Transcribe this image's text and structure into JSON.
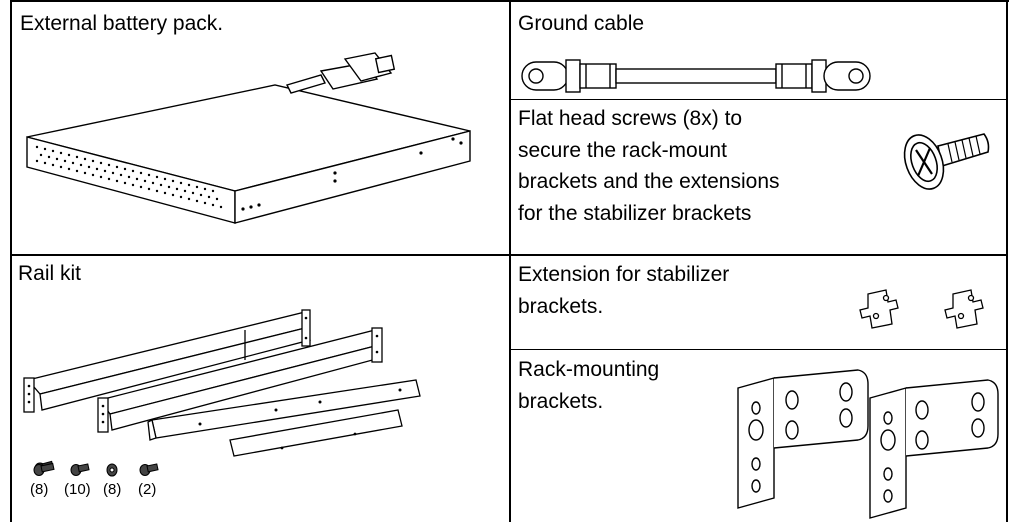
{
  "cells": {
    "battery": {
      "title": "External battery pack."
    },
    "ground_cable": {
      "title": "Ground cable"
    },
    "screws": {
      "lines": [
        "Flat head screws (8x) to",
        "secure the rack-mount",
        "brackets and the extensions",
        "for the stabilizer brackets"
      ]
    },
    "rail_kit": {
      "title": "Rail kit",
      "quantities": [
        "(8)",
        "(10)",
        "(8)",
        "(2)"
      ]
    },
    "extension": {
      "lines": [
        "Extension for stabilizer",
        "brackets."
      ]
    },
    "rack_brackets": {
      "lines": [
        "Rack-mounting",
        "brackets."
      ]
    }
  }
}
